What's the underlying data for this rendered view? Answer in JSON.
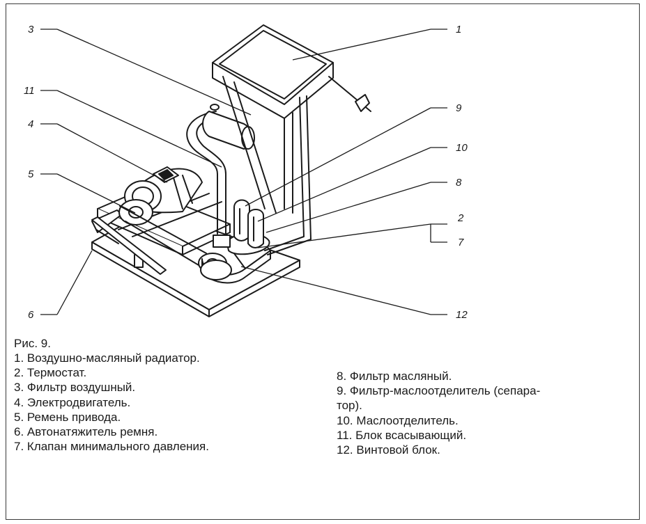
{
  "callouts": {
    "c1": "1",
    "c2": "2",
    "c3": "3",
    "c4": "4",
    "c5": "5",
    "c6": "6",
    "c7": "7",
    "c8": "8",
    "c9": "9",
    "c10": "10",
    "c11": "11",
    "c12": "12"
  },
  "caption": "Рис. 9.",
  "legend_left": [
    "1. Воздушно-масляный радиатор.",
    "2. Термостат.",
    "3. Фильтр воздушный.",
    "4. Электродвигатель.",
    "5. Ремень привода.",
    "6. Автонатяжитель ремня.",
    "7. Клапан минимального давления."
  ],
  "legend_right": [
    "8. Фильтр масляный.",
    "9. Фильтр-маслоотделитель (сепара-",
    "тор).",
    "10. Маслоотделитель.",
    "11. Блок всасывающий.",
    "12. Винтовой блок."
  ]
}
